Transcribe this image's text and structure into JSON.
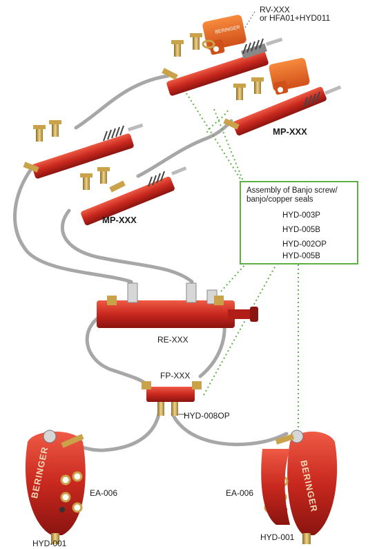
{
  "labels": {
    "rv": "RV-XXX",
    "rv_alt": "or HFA01+HYD011",
    "mp_right": "MP-XXX",
    "mp_left": "MP-XXX",
    "re": "RE-XXX",
    "fp": "FP-XXX",
    "hyd008": "HYD-008OP",
    "ea_left": "EA-006",
    "ea_right": "EA-006",
    "hyd001_left": "HYD-001",
    "hyd001_right": "HYD-001"
  },
  "legend": {
    "title": "Assembly of Banjo screw/ banjo/copper seals",
    "items": [
      {
        "code": "HYD-003P",
        "icon": "banjo-screw-icon"
      },
      {
        "code": "HYD-005B",
        "icon": "copper-seal-icon"
      },
      {
        "code": "HYD-002OP",
        "icon": "banjo-fitting-icon"
      },
      {
        "code": "HYD-005B",
        "icon": "copper-seal-icon"
      }
    ]
  },
  "brand": {
    "caliper_text": "BERINGER"
  },
  "colors": {
    "anodized_red": "#c8281e",
    "hose_grey": "#a7a7a7",
    "legend_green": "#5bb042",
    "fitting_gold": "#c9a24a"
  }
}
